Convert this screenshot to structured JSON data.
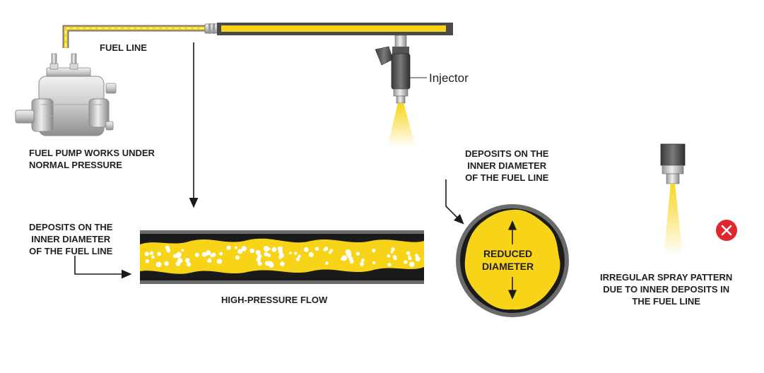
{
  "labels": {
    "fuel_line": "FUEL LINE",
    "pump_caption": "FUEL PUMP WORKS UNDER\nNORMAL PRESSURE",
    "injector": "Injector",
    "deposits_left": "DEPOSITS ON THE\nINNER DIAMETER\nOF THE FUEL LINE",
    "deposits_right": "DEPOSITS ON THE\nINNER DIAMETER\nOF THE FUEL LINE",
    "high_pressure_flow": "HIGH-PRESSURE FLOW",
    "reduced_diameter": "REDUCED\nDIAMETER",
    "irregular_spray": "IRREGULAR SPRAY PATTERN\nDUE TO INNER DEPOSITS IN\nTHE FUEL LINE"
  },
  "icons": {
    "error_mark": "x-circle-icon"
  },
  "colors": {
    "fuel_yellow": "#f7d417",
    "deposit_black": "#1a1a1a",
    "pipe_gray": "#6b6b6b",
    "error_red": "#e1262d",
    "text": "#231f20"
  }
}
